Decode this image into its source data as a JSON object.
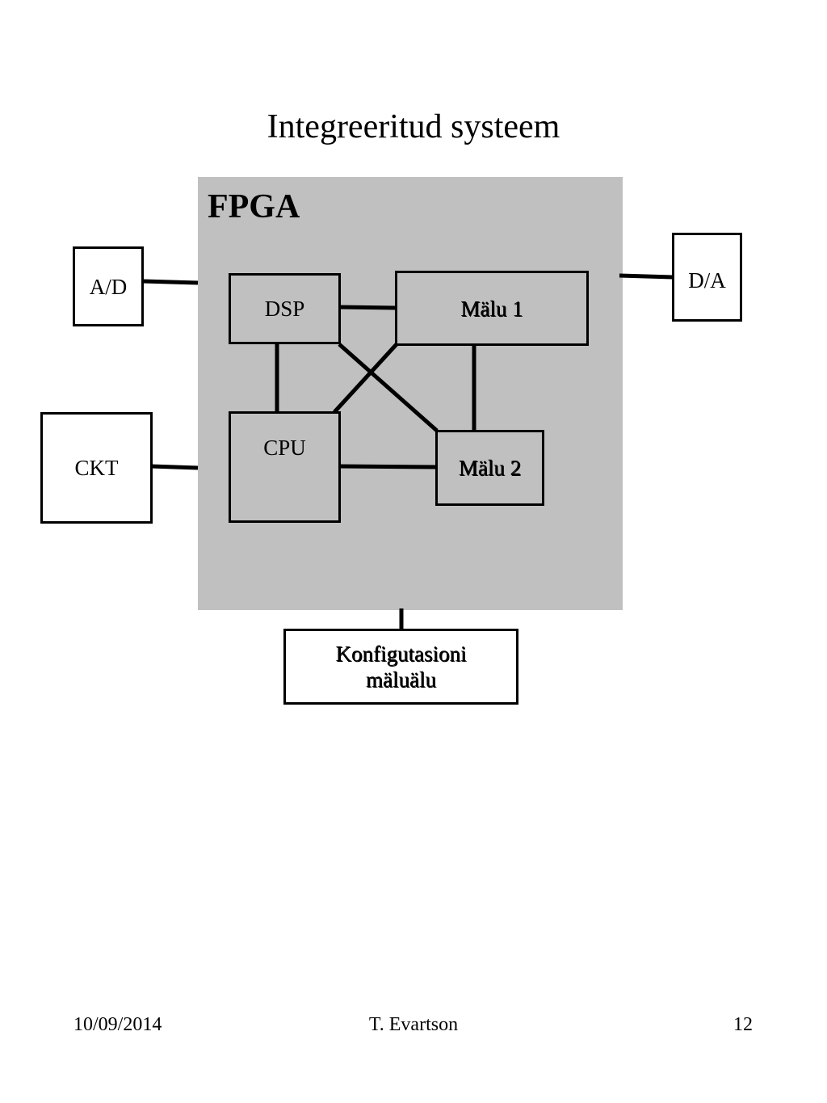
{
  "slide": {
    "title": "Integreeritud systeem"
  },
  "diagram": {
    "container_label": "FPGA",
    "blocks": {
      "ad": "A/D",
      "da": "D/A",
      "ckt": "CKT",
      "dsp": "DSP",
      "cpu": "CPU",
      "malu1": "Mälu 1",
      "malu2": "Mälu 2",
      "config_line1": "Konfigutasioni",
      "config_line2": "mäluälu"
    },
    "colors": {
      "fpga_fill": "#c0c0c0",
      "external_fill": "#ffffff",
      "line": "#000000"
    }
  },
  "footer": {
    "date": "10/09/2014",
    "author": "T. Evartson",
    "page": "12"
  }
}
